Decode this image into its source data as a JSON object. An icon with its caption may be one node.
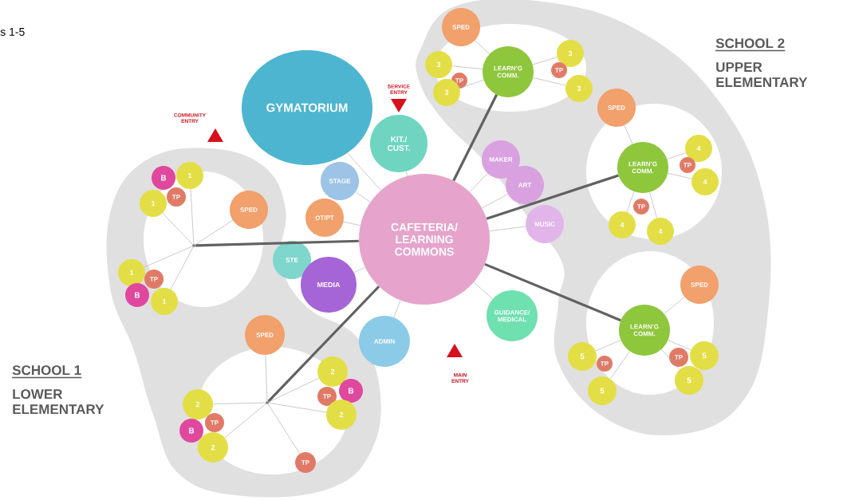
{
  "diagram": {
    "nodes": [
      {
        "text": [
          "CAFETERIA/ LEARNING COMMONS"
        ]
      },
      {
        "text": [
          "GYMATORIUM"
        ]
      },
      {
        "text": [
          "KIT./ CUST."
        ]
      },
      {
        "text": [
          "STAGE"
        ]
      },
      {
        "text": [
          "OT/PT"
        ]
      },
      {
        "text": [
          "STE"
        ]
      },
      {
        "text": [
          "MEDIA"
        ]
      },
      {
        "text": [
          "ADMIN"
        ]
      },
      {
        "text": [
          "GUIDANCE/ MEDICAL"
        ]
      },
      {
        "text": [
          "MAKER"
        ]
      },
      {
        "text": [
          "ART"
        ]
      },
      {
        "text": [
          "MUSIC"
        ]
      },
      {
        "text": [],
        "shape": "dot"
      },
      {
        "text": [
          "B"
        ]
      },
      {
        "text": [
          "1"
        ]
      },
      {
        "text": [
          "1"
        ]
      },
      {
        "text": [
          "TP"
        ]
      },
      {
        "text": [
          "SPED"
        ]
      },
      {
        "text": [
          "1"
        ]
      },
      {
        "text": [
          "TP"
        ]
      },
      {
        "text": [
          "B"
        ]
      },
      {
        "text": [
          "1"
        ]
      },
      {
        "text": [],
        "shape": "dot"
      },
      {
        "text": [
          "SPED"
        ]
      },
      {
        "text": [
          "2"
        ]
      },
      {
        "text": [
          "TP"
        ]
      },
      {
        "text": [
          "B"
        ]
      },
      {
        "text": [
          "2"
        ]
      },
      {
        "text": [
          "2"
        ]
      },
      {
        "text": [
          "TP"
        ]
      },
      {
        "text": [
          "B"
        ]
      },
      {
        "text": [
          "2"
        ]
      },
      {
        "text": [
          "TP"
        ]
      },
      {
        "text": [
          "SPED"
        ]
      },
      {
        "text": [
          "LEARN’G COMM."
        ]
      },
      {
        "text": [
          "3"
        ]
      },
      {
        "text": [
          "TP"
        ]
      },
      {
        "text": [
          "3"
        ]
      },
      {
        "text": [
          "3"
        ]
      },
      {
        "text": [
          "TP"
        ]
      },
      {
        "text": [
          "3"
        ]
      },
      {
        "text": [
          "SPED"
        ]
      },
      {
        "text": [
          "LEARN’G COMM."
        ]
      },
      {
        "text": [
          "4"
        ]
      },
      {
        "text": [
          "TP"
        ]
      },
      {
        "text": [
          "4"
        ]
      },
      {
        "text": [
          "TP"
        ]
      },
      {
        "text": [
          "4"
        ]
      },
      {
        "text": [
          "4"
        ]
      },
      {
        "text": [
          "SPED"
        ]
      },
      {
        "text": [
          "LEARN’G COMM."
        ]
      },
      {
        "text": [
          "5"
        ]
      },
      {
        "text": [
          "TP"
        ]
      },
      {
        "text": [
          "5"
        ]
      },
      {
        "text": [
          "TP"
        ]
      },
      {
        "text": [
          "5"
        ]
      },
      {
        "text": [
          "5"
        ]
      }
    ],
    "edges": [
      {
        "from": 0,
        "to": 1,
        "arrow": "none"
      },
      {
        "from": 0,
        "to": 2,
        "arrow": "none"
      },
      {
        "from": 0,
        "to": 3,
        "arrow": "none"
      },
      {
        "from": 0,
        "to": 4,
        "arrow": "none"
      },
      {
        "from": 0,
        "to": 6,
        "arrow": "none"
      },
      {
        "from": 0,
        "to": 7,
        "arrow": "none"
      },
      {
        "from": 0,
        "to": 8,
        "arrow": "none"
      },
      {
        "from": 0,
        "to": 9,
        "arrow": "none"
      },
      {
        "from": 0,
        "to": 10,
        "arrow": "none"
      },
      {
        "from": 0,
        "to": 11,
        "arrow": "none"
      },
      {
        "from": 0,
        "to": 12,
        "arrow": "none",
        "style": "thick"
      },
      {
        "from": 0,
        "to": 22,
        "arrow": "none",
        "style": "thick"
      },
      {
        "from": 0,
        "to": 34,
        "arrow": "none",
        "style": "thick"
      },
      {
        "from": 0,
        "to": 42,
        "arrow": "none",
        "style": "thick"
      },
      {
        "from": 0,
        "to": 50,
        "arrow": "none",
        "style": "thick"
      },
      {
        "from": 12,
        "to": 14,
        "arrow": "none"
      },
      {
        "from": 12,
        "to": 15,
        "arrow": "none"
      },
      {
        "from": 12,
        "to": 17,
        "arrow": "none"
      },
      {
        "from": 12,
        "to": 18,
        "arrow": "none"
      },
      {
        "from": 12,
        "to": 21,
        "arrow": "none"
      },
      {
        "from": 22,
        "to": 23,
        "arrow": "none"
      },
      {
        "from": 22,
        "to": 24,
        "arrow": "none"
      },
      {
        "from": 22,
        "to": 27,
        "arrow": "none"
      },
      {
        "from": 22,
        "to": 28,
        "arrow": "none"
      },
      {
        "from": 22,
        "to": 31,
        "arrow": "none"
      },
      {
        "from": 22,
        "to": 32,
        "arrow": "none"
      },
      {
        "from": 34,
        "to": 33,
        "arrow": "none"
      },
      {
        "from": 34,
        "to": 35,
        "arrow": "none"
      },
      {
        "from": 34,
        "to": 37,
        "arrow": "none"
      },
      {
        "from": 34,
        "to": 38,
        "arrow": "none"
      },
      {
        "from": 34,
        "to": 40,
        "arrow": "none"
      },
      {
        "from": 42,
        "to": 41,
        "arrow": "none"
      },
      {
        "from": 42,
        "to": 43,
        "arrow": "none"
      },
      {
        "from": 42,
        "to": 45,
        "arrow": "none"
      },
      {
        "from": 42,
        "to": 47,
        "arrow": "none"
      },
      {
        "from": 42,
        "to": 48,
        "arrow": "none"
      },
      {
        "from": 50,
        "to": 49,
        "arrow": "none"
      },
      {
        "from": 50,
        "to": 51,
        "arrow": "none"
      },
      {
        "from": 50,
        "to": 53,
        "arrow": "none"
      },
      {
        "from": 50,
        "to": 55,
        "arrow": "none"
      },
      {
        "from": 50,
        "to": 56,
        "arrow": "none"
      }
    ],
    "labels": [
      "s 1-5",
      "SCHOOL 2",
      "UPPER ELEMENTARY",
      "SERVICE ENTRY",
      "COMMUNITY ENTRY",
      "SCHOOL 1",
      "LOWER ELEMENTARY",
      "MAIN ENTRY"
    ]
  }
}
